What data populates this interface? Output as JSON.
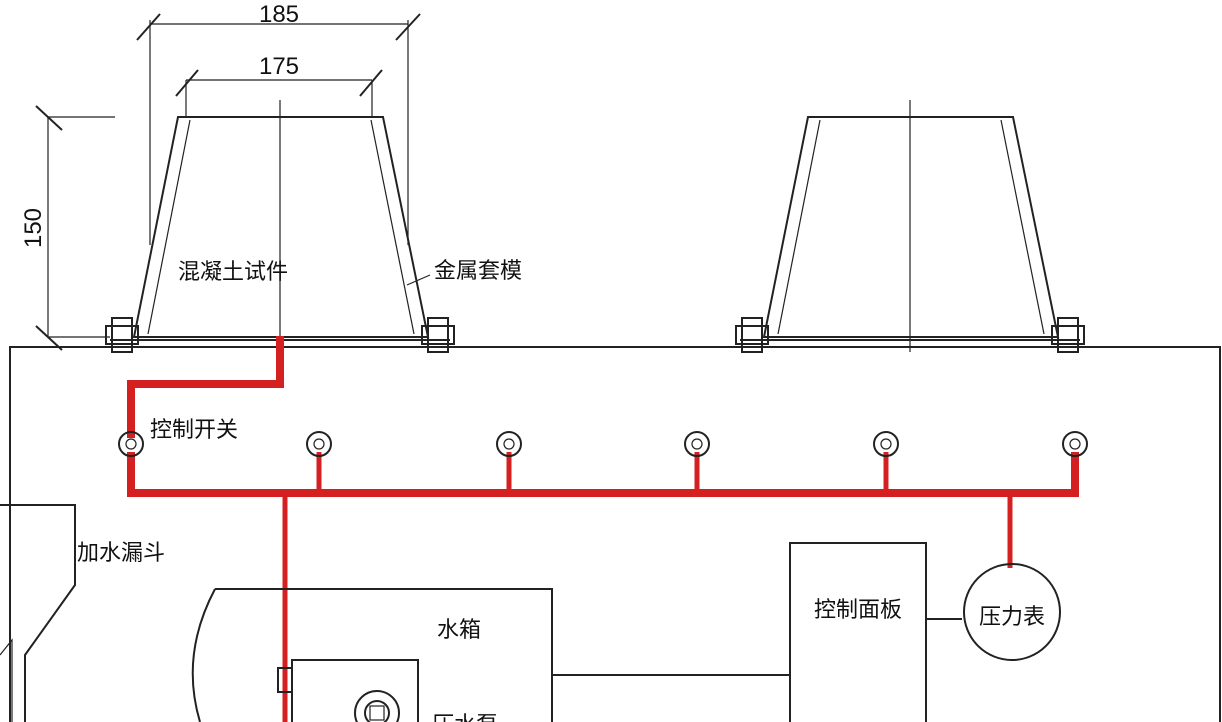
{
  "dimensions": {
    "top_width": "185",
    "inner_width": "175",
    "height": "150"
  },
  "labels": {
    "specimen": "混凝土试件",
    "mold": "金属套模",
    "control_switch": "控制开关",
    "funnel": "加水漏斗",
    "water_tank": "水箱",
    "control_panel": "控制面板",
    "pressure_gauge": "压力表",
    "pump": "压水泵"
  },
  "colors": {
    "pipe": "#d42020",
    "line": "#222222"
  }
}
